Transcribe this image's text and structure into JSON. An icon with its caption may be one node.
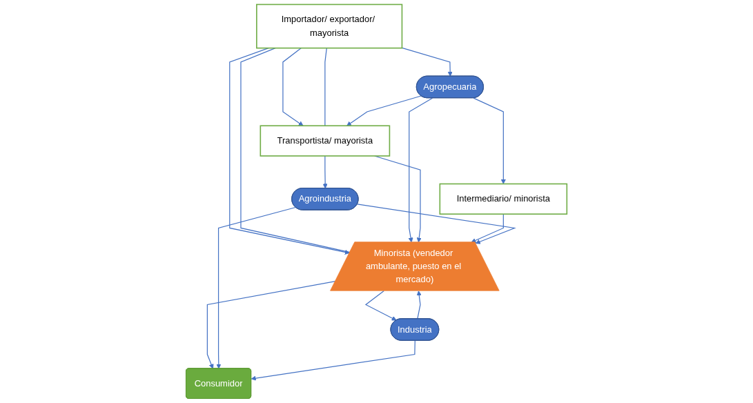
{
  "diagram": {
    "nodes": [
      {
        "text": [
          "Importador/ exportador/ mayorista"
        ]
      },
      {
        "text": [
          "Agropecuaria"
        ]
      },
      {
        "text": [
          "Transportista/ mayorista"
        ]
      },
      {
        "text": [
          "Minorista (vendedor ambulante, puesto en el mercado)"
        ]
      },
      {
        "text": [
          "Intermediario/ minorista"
        ]
      },
      {
        "text": [
          "Agroindustria"
        ]
      },
      {
        "text": [
          "Industria"
        ]
      },
      {
        "text": [
          "Consumidor"
        ]
      }
    ],
    "edges": [
      {
        "from": 0,
        "to": 1,
        "arrow": "to"
      },
      {
        "from": 0,
        "to": 2,
        "arrow": "to"
      },
      {
        "from": 0,
        "to": 3,
        "arrow": "to"
      },
      {
        "from": 0,
        "to": 3,
        "arrow": "none"
      },
      {
        "from": 0,
        "to": 2,
        "arrow": "none"
      },
      {
        "from": 1,
        "to": 2,
        "arrow": "to"
      },
      {
        "from": 1,
        "to": 3,
        "arrow": "to"
      },
      {
        "from": 1,
        "to": 4,
        "arrow": "to"
      },
      {
        "from": 2,
        "to": 3,
        "arrow": "to"
      },
      {
        "from": 4,
        "to": 3,
        "arrow": "to"
      },
      {
        "from": 2,
        "to": 5,
        "arrow": "to"
      },
      {
        "from": 5,
        "to": 3,
        "arrow": "to"
      },
      {
        "from": 3,
        "to": 6,
        "arrow": "to"
      },
      {
        "from": 6,
        "to": 3,
        "arrow": "to"
      },
      {
        "from": 3,
        "to": 7,
        "arrow": "to"
      },
      {
        "from": 5,
        "to": 7,
        "arrow": "to"
      },
      {
        "from": 6,
        "to": 7,
        "arrow": "to"
      }
    ]
  }
}
